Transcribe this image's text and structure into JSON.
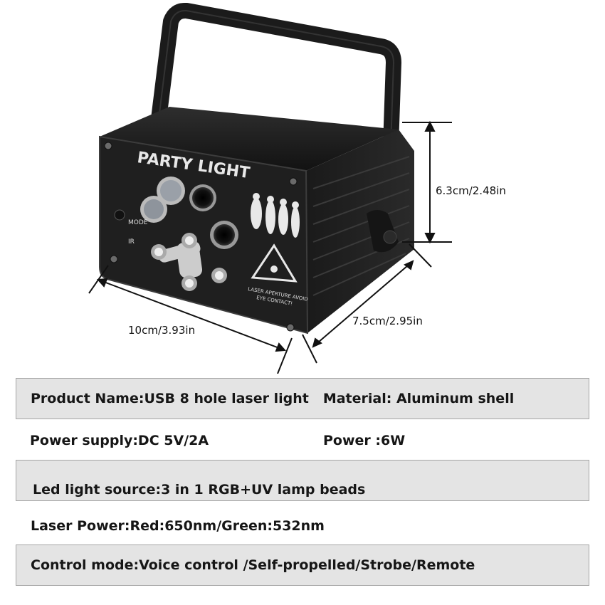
{
  "product": {
    "printed_title": "PARTY LIGHT",
    "label_mode": "MODE",
    "label_ir": "IR",
    "warning_line1": "LASER APERTURE AVOID",
    "warning_line2": "EYE CONTACT!"
  },
  "dimensions": {
    "width_label": "10cm/3.93in",
    "depth_label": "7.5cm/2.95in",
    "height_label": "6.3cm/2.48in"
  },
  "specs": {
    "product_name": "Product Name:USB 8 hole laser light",
    "material": "Material: Aluminum shell",
    "power_supply": "Power supply:DC 5V/2A",
    "power": "Power :6W",
    "led_source": "Led light source:3 in 1 RGB+UV lamp beads",
    "laser_power": "Laser Power:Red:650nm/Green:532nm",
    "control_mode": "Control mode:Voice control /Self-propelled/Strobe/Remote"
  },
  "colors": {
    "row_shade": "#e4e4e4",
    "row_border": "#a5a5a5",
    "body_dark": "#1a1a1a",
    "panel_face": "#242424"
  }
}
